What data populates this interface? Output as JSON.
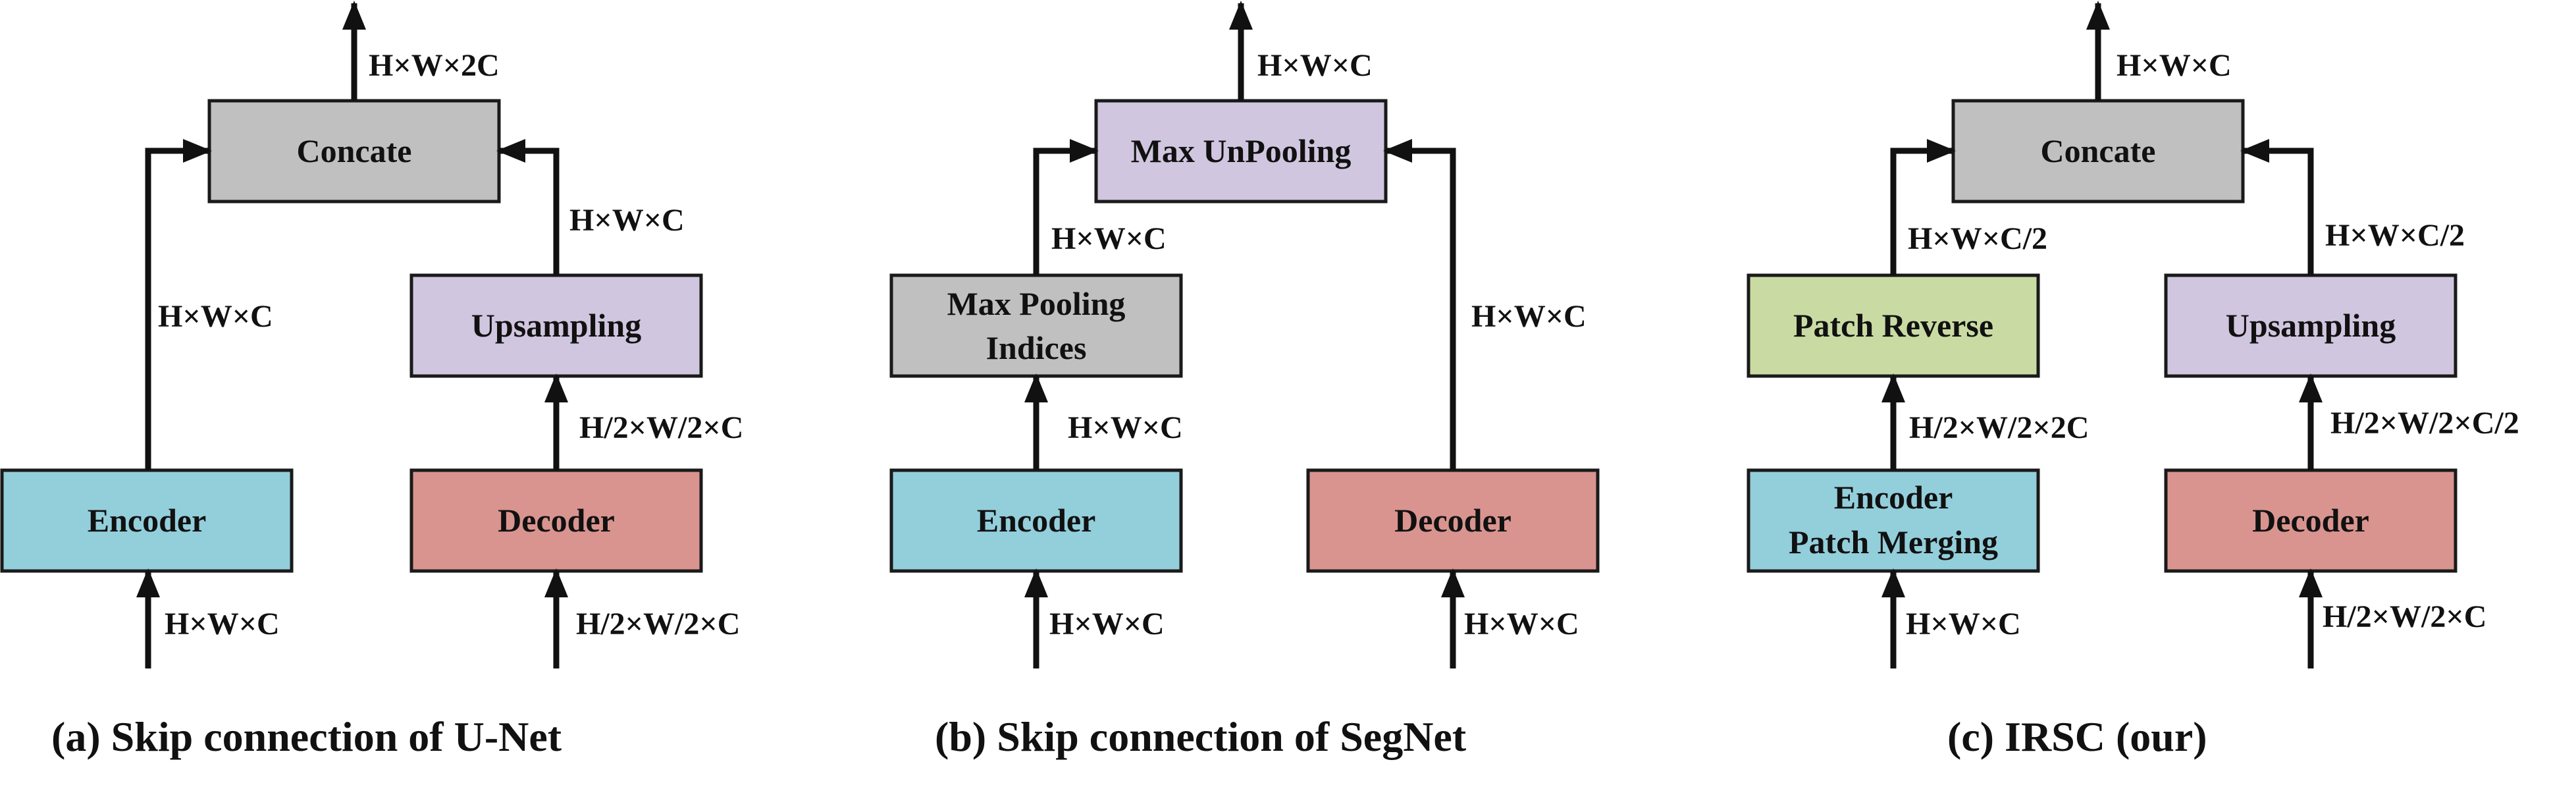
{
  "colors": {
    "gray": "#c0c0c0",
    "purple": "#d0c6df",
    "cyan": "#93cedb",
    "red": "#d9948f",
    "green": "#c9dba3"
  },
  "panel_a": {
    "caption": "(a) Skip connection of U-Net",
    "concate": "Concate",
    "upsampling": "Upsampling",
    "encoder": "Encoder",
    "decoder": "Decoder",
    "out_dim": "H×W×2C",
    "skip_dim": "H×W×C",
    "up_out_dim": "H×W×C",
    "dec_out_dim": "H/2×W/2×C",
    "enc_in_dim": "H×W×C",
    "dec_in_dim": "H/2×W/2×C"
  },
  "panel_b": {
    "caption": "(b) Skip connection of SegNet",
    "unpool": "Max UnPooling",
    "pool_line1": "Max Pooling",
    "pool_line2": "Indices",
    "encoder": "Encoder",
    "decoder": "Decoder",
    "out_dim": "H×W×C",
    "pool_out_dim": "H×W×C",
    "enc_out_dim": "H×W×C",
    "dec_out_dim": "H×W×C",
    "enc_in_dim": "H×W×C",
    "dec_in_dim": "H×W×C"
  },
  "panel_c": {
    "caption": "(c) IRSC (our)",
    "concate": "Concate",
    "patch_reverse": "Patch Reverse",
    "upsampling": "Upsampling",
    "enc_line1": "Encoder",
    "enc_line2": "Patch Merging",
    "decoder": "Decoder",
    "out_dim": "H×W×C",
    "pr_out_dim": "H×W×C/2",
    "up_out_dim": "H×W×C/2",
    "enc_out_dim": "H/2×W/2×2C",
    "dec_out_dim": "H/2×W/2×C/2",
    "enc_in_dim": "H×W×C",
    "dec_in_dim": "H/2×W/2×C"
  }
}
